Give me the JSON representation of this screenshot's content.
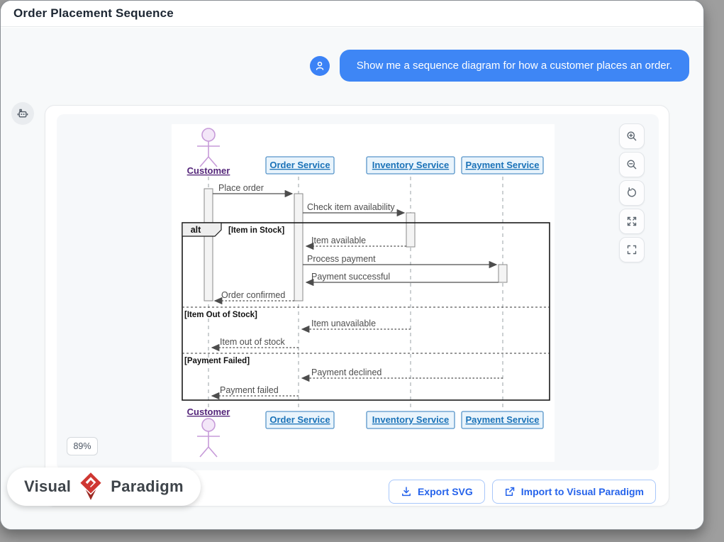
{
  "window": {
    "title": "Order Placement Sequence"
  },
  "chat": {
    "user_message": "Show me a sequence diagram for how a customer places an order.",
    "accent_color": "#3b82f6"
  },
  "diagram": {
    "type": "uml-sequence",
    "participants": [
      {
        "name": "Customer",
        "kind": "actor",
        "color": "#54257a"
      },
      {
        "name": "Order Service",
        "kind": "participant",
        "color": "#1a72b8"
      },
      {
        "name": "Inventory Service",
        "kind": "participant",
        "color": "#1a72b8"
      },
      {
        "name": "Payment Service",
        "kind": "participant",
        "color": "#1a72b8"
      }
    ],
    "messages": [
      {
        "label": "Place order",
        "from": "Customer",
        "to": "Order Service",
        "style": "solid"
      },
      {
        "label": "Check item availability",
        "from": "Order Service",
        "to": "Inventory Service",
        "style": "solid"
      },
      {
        "label": "Item available",
        "from": "Inventory Service",
        "to": "Order Service",
        "style": "dashed"
      },
      {
        "label": "Process payment",
        "from": "Order Service",
        "to": "Payment Service",
        "style": "solid"
      },
      {
        "label": "Payment successful",
        "from": "Payment Service",
        "to": "Order Service",
        "style": "solid"
      },
      {
        "label": "Order confirmed",
        "from": "Order Service",
        "to": "Customer",
        "style": "dashed"
      },
      {
        "label": "Item unavailable",
        "from": "Inventory Service",
        "to": "Order Service",
        "style": "dashed"
      },
      {
        "label": "Item out of stock",
        "from": "Order Service",
        "to": "Customer",
        "style": "dashed"
      },
      {
        "label": "Payment declined",
        "from": "Payment Service",
        "to": "Order Service",
        "style": "dashed"
      },
      {
        "label": "Payment failed",
        "from": "Order Service",
        "to": "Customer",
        "style": "dashed"
      }
    ],
    "fragment": {
      "operator": "alt",
      "guards": [
        "[Item in Stock]",
        "[Item Out of Stock]",
        "[Payment Failed]"
      ]
    },
    "colors": {
      "participant_fill": "#e9f4fc",
      "participant_border": "#5795c9",
      "actor_stroke": "#c79bd9",
      "message": "#4d4d4d"
    }
  },
  "viewer": {
    "zoom_level": "89%",
    "controls": [
      {
        "icon": "zoom-in-icon"
      },
      {
        "icon": "zoom-out-icon"
      },
      {
        "icon": "reset-icon"
      },
      {
        "icon": "expand-icon"
      },
      {
        "icon": "fullscreen-icon"
      }
    ]
  },
  "footer": {
    "export_label": "Export SVG",
    "import_label": "Import to Visual Paradigm"
  },
  "brand": {
    "word1": "Visual",
    "word2": "Paradigm",
    "logo_color": "#cf3732"
  }
}
